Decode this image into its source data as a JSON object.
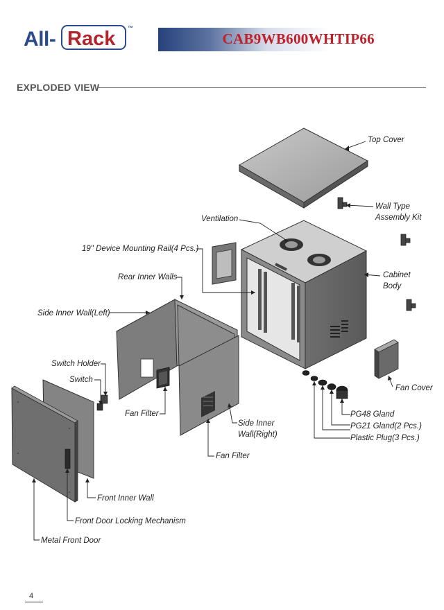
{
  "header": {
    "logo_left": "All-",
    "logo_right": "Rack",
    "logo_tm": "™",
    "model_number": "CAB9WB600WHTIP66"
  },
  "section": {
    "title": "EXPLODED VIEW"
  },
  "labels": {
    "top_cover": "Top Cover",
    "wall_type_1": "Wall Type",
    "wall_type_2": "Assembly Kit",
    "ventilation": "Ventilation",
    "mounting_rail": "19\" Device Mounting Rail(4 Pcs.)",
    "rear_inner_walls": "Rear Inner Walls",
    "cabinet_body_1": "Cabinet",
    "cabinet_body_2": "Body",
    "side_inner_left": "Side Inner Wall(Left)",
    "switch_holder": "Switch Holder",
    "switch": "Switch",
    "fan_filter_1": "Fan Filter",
    "fan_cover": "Fan Cover",
    "pg48": "PG48 Gland",
    "pg21": "PG21 Gland(2 Pcs.)",
    "plastic_plug": "Plastic Plug(3 Pcs.)",
    "side_inner_right_1": "Side Inner",
    "side_inner_right_2": "Wall(Right)",
    "fan_filter_2": "Fan Filter",
    "front_inner_wall": "Front Inner Wall",
    "locking_mechanism": "Front Door Locking Mechanism",
    "metal_front_door": "Metal Front Door"
  },
  "footer": {
    "page_number": "4"
  },
  "colors": {
    "brand_blue": "#2a4a8e",
    "brand_red": "#b2252c",
    "model_red": "#c0202a"
  }
}
